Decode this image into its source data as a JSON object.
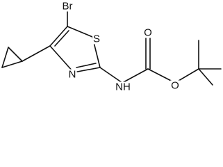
{
  "molecule": {
    "atom_labels": {
      "bromine": "Br",
      "sulfur": "S",
      "ring_nitrogen": "N",
      "amide_nh": "NH",
      "carbonyl_oxygen": "O",
      "ester_oxygen": "O"
    }
  },
  "colors": {
    "bond": "#111111",
    "text": "#111111",
    "background": "#ffffff"
  }
}
